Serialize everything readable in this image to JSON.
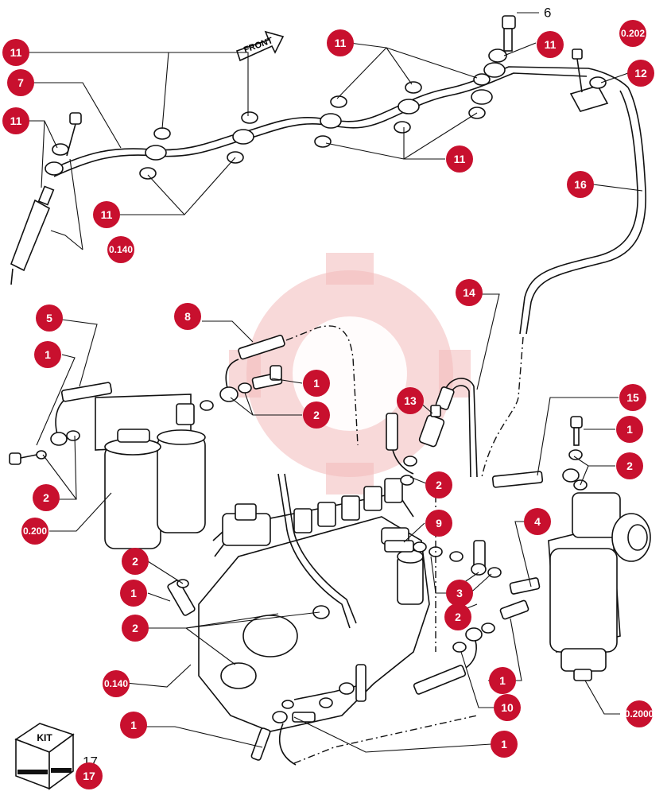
{
  "header": {
    "front_label": "FRONT",
    "part6_label": "6",
    "kit_label": "KIT",
    "kit_number": "17"
  },
  "ref_codes": {
    "top_right": "0.202",
    "injector": "0.140",
    "left_filter": "0.200",
    "pump": "0.140",
    "right_filter": "0.2000"
  },
  "callouts": [
    {
      "num": "11"
    },
    {
      "num": "7"
    },
    {
      "num": "11"
    },
    {
      "num": "11"
    },
    {
      "num": "11"
    },
    {
      "num": "11"
    },
    {
      "num": "12"
    },
    {
      "num": "11"
    },
    {
      "num": "16"
    },
    {
      "num": "14"
    },
    {
      "num": "5"
    },
    {
      "num": "8"
    },
    {
      "num": "1"
    },
    {
      "num": "1"
    },
    {
      "num": "13"
    },
    {
      "num": "2"
    },
    {
      "num": "15"
    },
    {
      "num": "1"
    },
    {
      "num": "2"
    },
    {
      "num": "2"
    },
    {
      "num": "2"
    },
    {
      "num": "4"
    },
    {
      "num": "9"
    },
    {
      "num": "2"
    },
    {
      "num": "1"
    },
    {
      "num": "3"
    },
    {
      "num": "2"
    },
    {
      "num": "2"
    },
    {
      "num": "1"
    },
    {
      "num": "10"
    },
    {
      "num": "1"
    },
    {
      "num": "1"
    },
    {
      "num": "17"
    }
  ],
  "colors": {
    "callout_fill": "#c8102e",
    "line": "#111111",
    "watermark": "#f3b9b9"
  }
}
